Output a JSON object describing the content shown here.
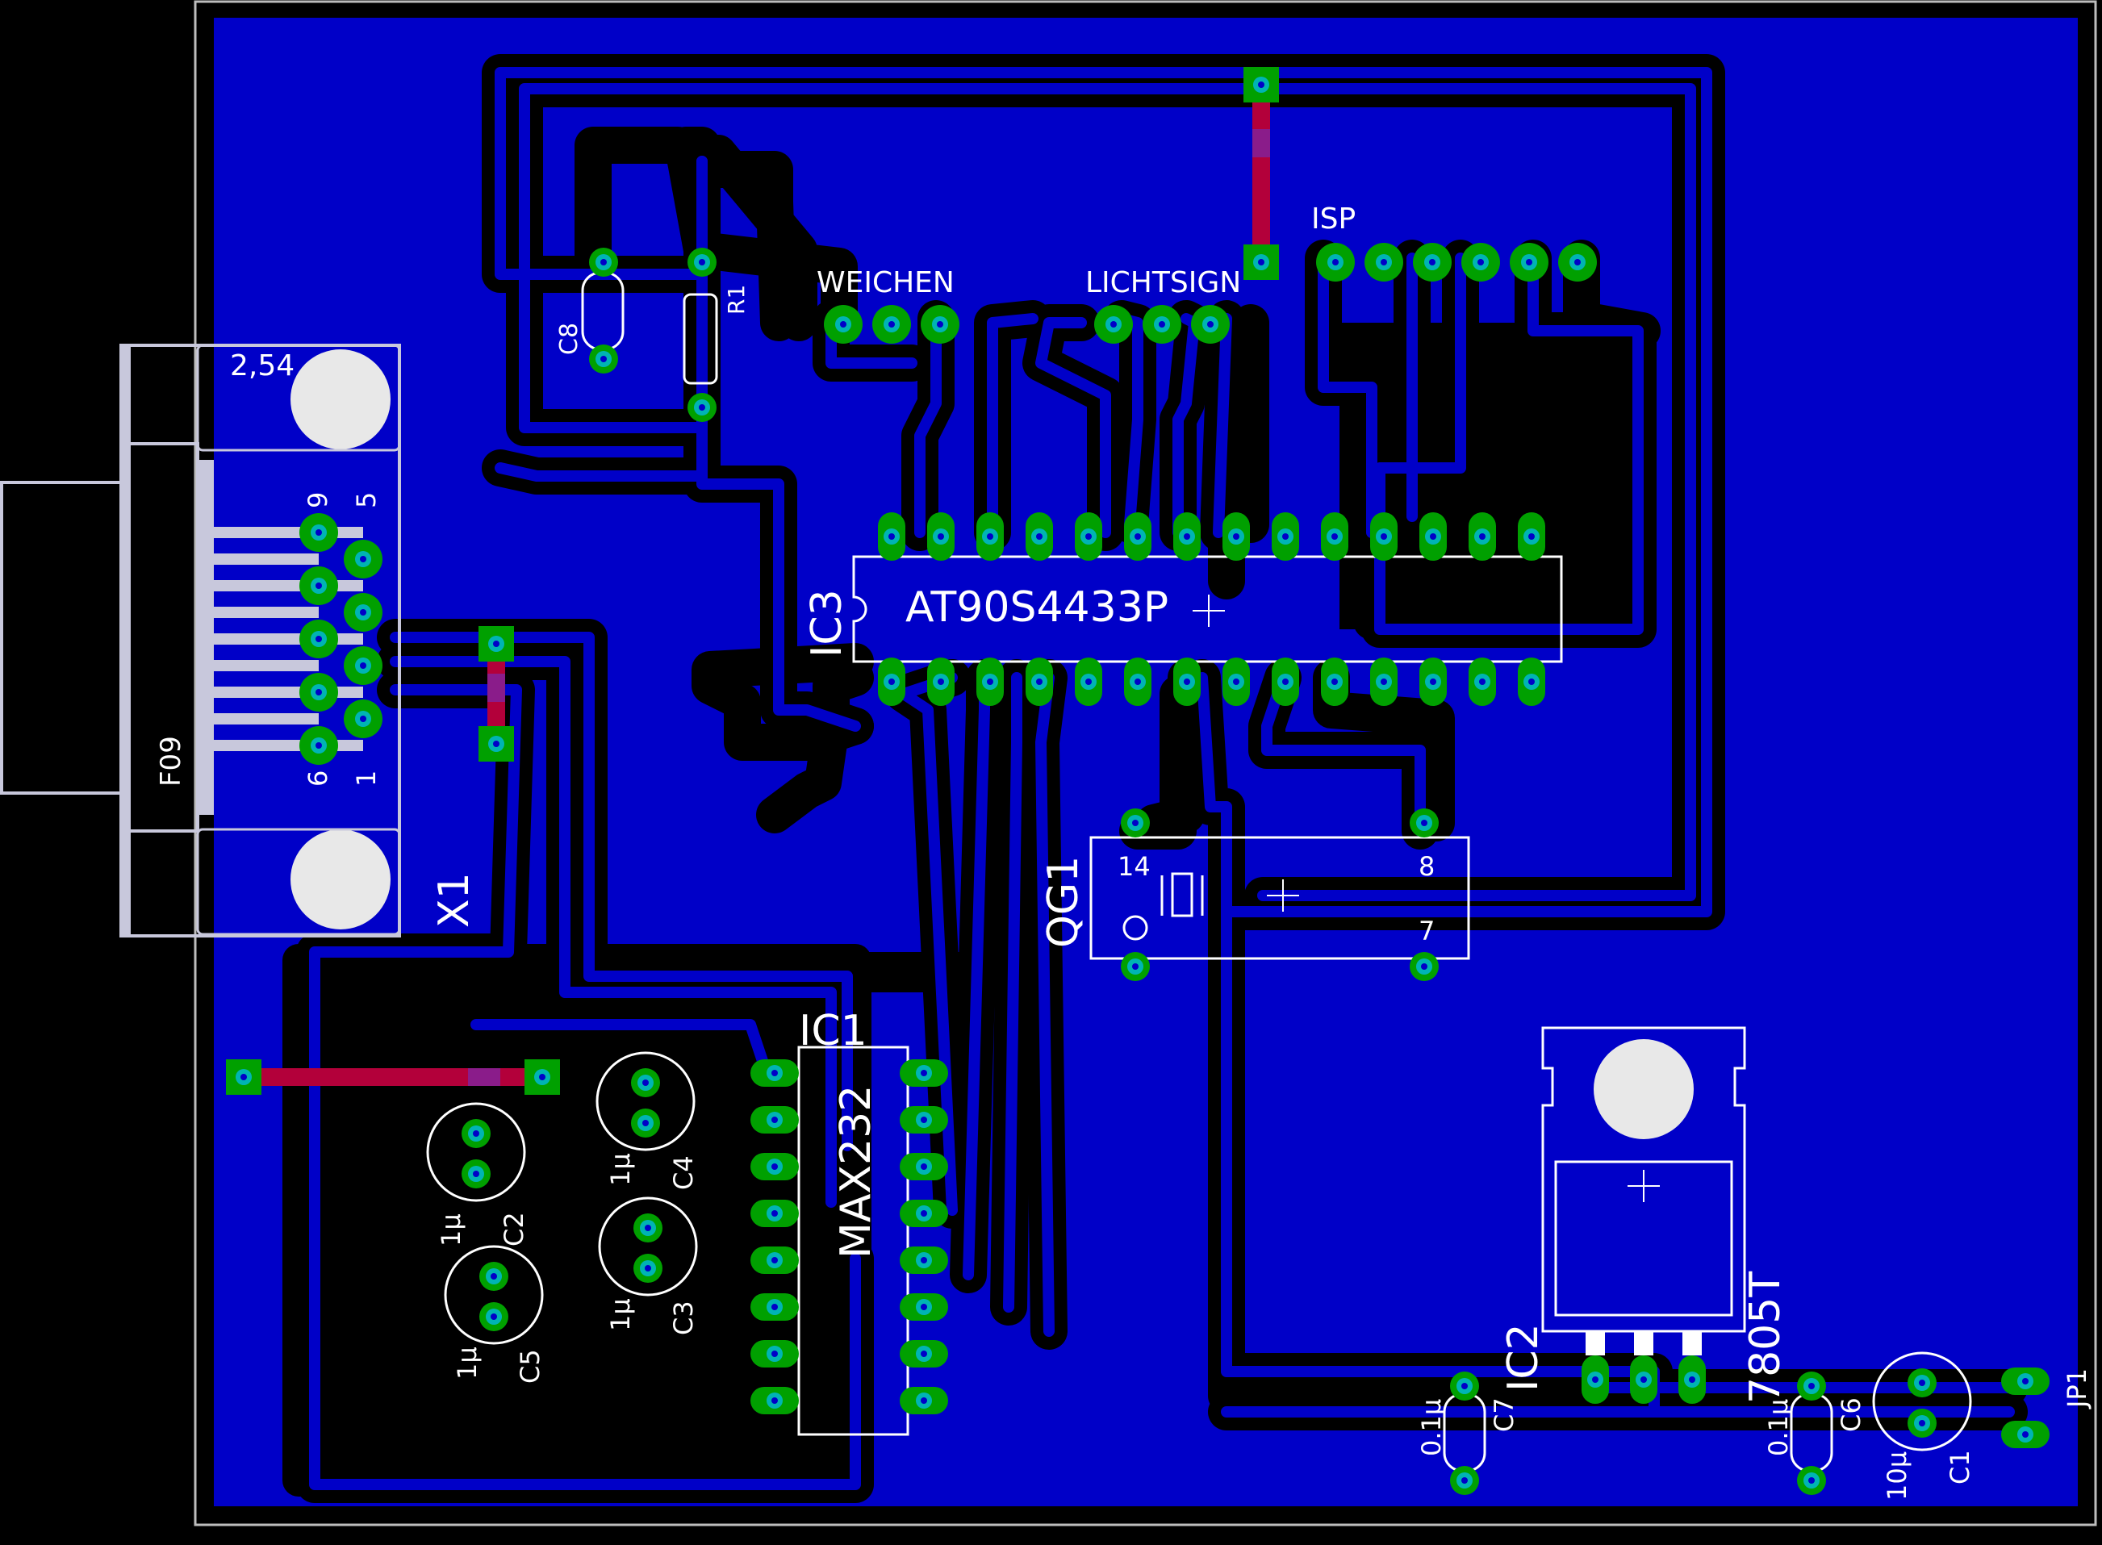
{
  "colors": {
    "background": "#000000",
    "board_fill": "#0000c8",
    "trace_black": "#000000",
    "top_trace": "#b3003a",
    "pad_green": "#00a000",
    "via_cyan": "#00b4b4",
    "silkscreen": "#ffffff",
    "connector_grey": "#c8c8dc"
  },
  "labels": {
    "isp": "ISP",
    "weichen": "WEICHEN",
    "lichtsign": "LICHTSIGN",
    "ic3_ref": "IC3",
    "ic3_value": "AT90S4433P",
    "ic1_ref": "IC1",
    "ic1_value": "MAX232",
    "qg1_ref": "QG1",
    "qg1_pin14": "14",
    "qg1_pin8": "8",
    "qg1_pin7": "7",
    "x1_ref": "X1",
    "x1_value": "F09",
    "x1_pin9": "9",
    "x1_pin5": "5",
    "x1_pin6": "6",
    "x1_pin1": "1",
    "hole_size": "2,54",
    "c8": "C8",
    "r1": "R1",
    "c2": "C2",
    "c2_value": "1µ",
    "c3": "C3",
    "c3_value": "1µ",
    "c4": "C4",
    "c4_value": "1µ",
    "c5": "C5",
    "c5_value": "1µ",
    "ic2_ref": "IC2",
    "ic2_value": "7805T",
    "c7": "C7",
    "c7_value": "0.1µ",
    "c6": "C6",
    "c6_value": "0.1µ",
    "c1": "C1",
    "c1_value": "10µ",
    "jp1": "JP1"
  }
}
